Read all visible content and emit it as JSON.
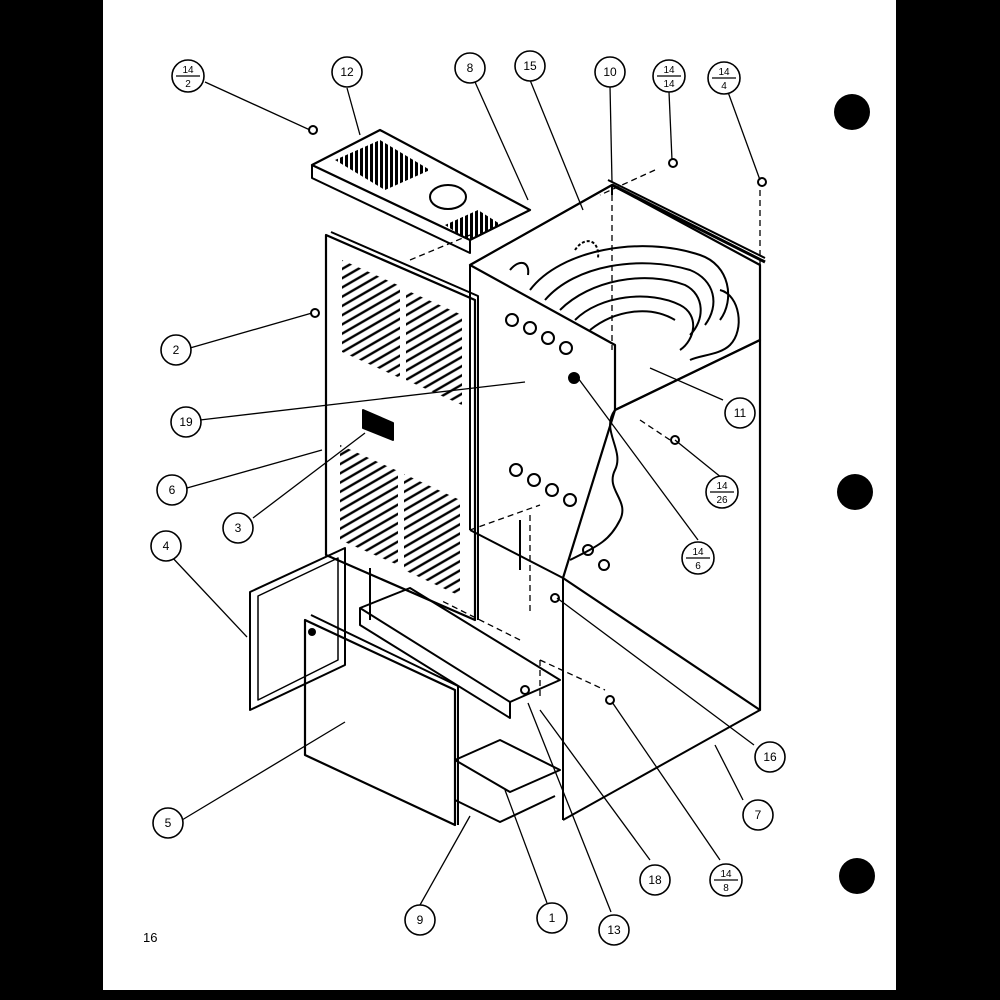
{
  "page_number": "16",
  "colors": {
    "ink": "#000000",
    "paper": "#ffffff",
    "binding": "#000000"
  },
  "callouts": [
    {
      "id": "1",
      "label": "1"
    },
    {
      "id": "2",
      "label": "2"
    },
    {
      "id": "3",
      "label": "3"
    },
    {
      "id": "4",
      "label": "4"
    },
    {
      "id": "5",
      "label": "5"
    },
    {
      "id": "6",
      "label": "6"
    },
    {
      "id": "7",
      "label": "7"
    },
    {
      "id": "8",
      "label": "8"
    },
    {
      "id": "9",
      "label": "9"
    },
    {
      "id": "10",
      "label": "10"
    },
    {
      "id": "11",
      "label": "11"
    },
    {
      "id": "12",
      "label": "12"
    },
    {
      "id": "13",
      "label": "13"
    },
    {
      "id": "15",
      "label": "15"
    },
    {
      "id": "16",
      "label": "16"
    },
    {
      "id": "18",
      "label": "18"
    },
    {
      "id": "19",
      "label": "19"
    }
  ],
  "fraction_callouts": [
    {
      "id": "14-2",
      "top": "14",
      "bottom": "2"
    },
    {
      "id": "14-14",
      "top": "14",
      "bottom": "14"
    },
    {
      "id": "14-4",
      "top": "14",
      "bottom": "4"
    },
    {
      "id": "14-26",
      "top": "14",
      "bottom": "26"
    },
    {
      "id": "14-6",
      "top": "14",
      "bottom": "6"
    },
    {
      "id": "14-8",
      "top": "14",
      "bottom": "8"
    }
  ]
}
